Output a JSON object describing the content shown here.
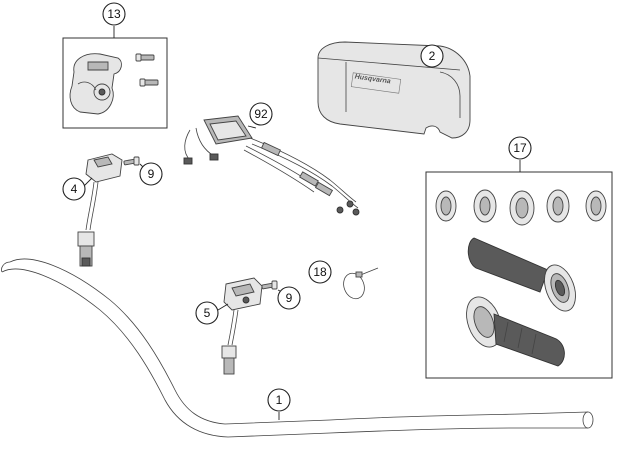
{
  "callouts": {
    "handlebar": "1",
    "handlebar_pad": "2",
    "switch_left": "4",
    "switch_right": "5",
    "screw_left": "9",
    "screw_right": "9",
    "throttle_housing": "13",
    "grip_set": "17",
    "cable_tie": "18",
    "throttle_cables": "92"
  },
  "pad_logo": "Husqvarna",
  "colors": {
    "line": "#222222",
    "part_fill": "#e6e6e6",
    "grip_dark": "#5a5a5a"
  }
}
